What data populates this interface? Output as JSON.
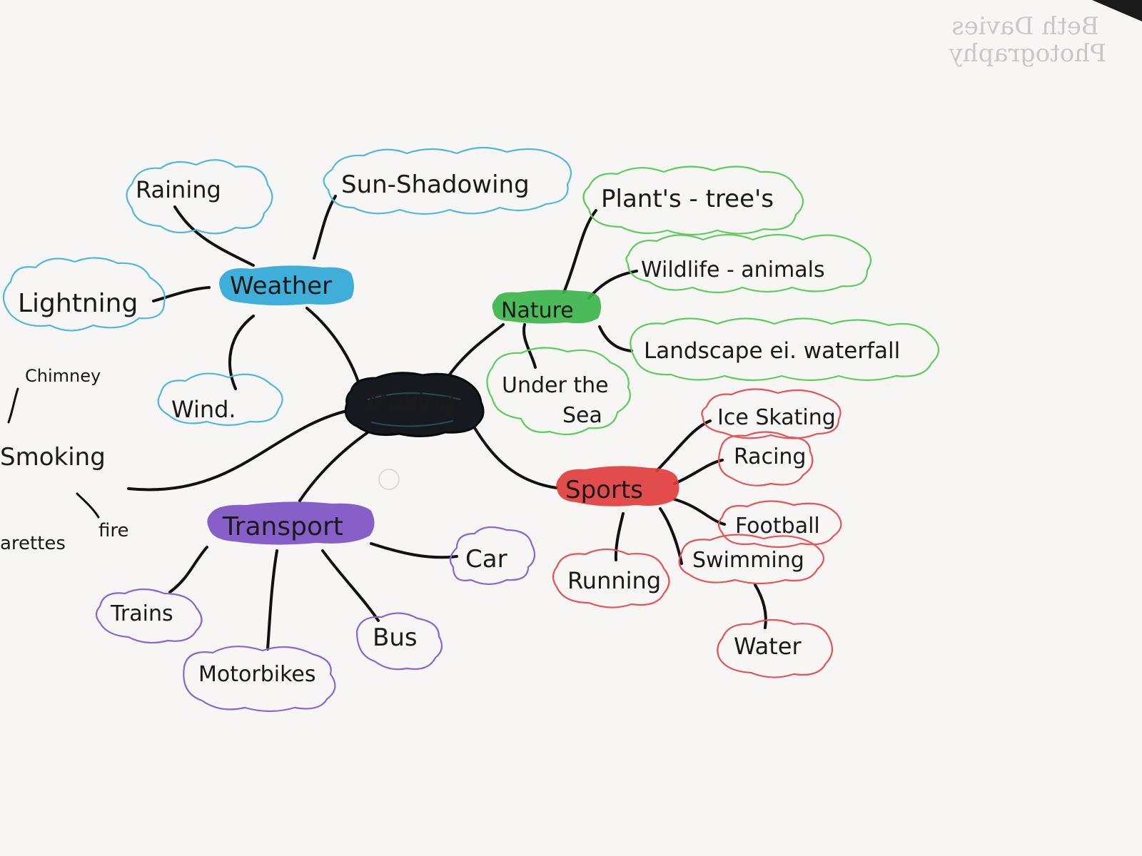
{
  "ghost_text": [
    "Beth Davies",
    "Photography"
  ],
  "center": {
    "label": "Moving"
  },
  "branches": {
    "weather": {
      "label": "Weather",
      "color": "#2aa6d6"
    },
    "nature": {
      "label": "Nature",
      "color": "#3bb54a"
    },
    "sports": {
      "label": "Sports",
      "color": "#e03a3a"
    },
    "transport": {
      "label": "Transport",
      "color": "#7a4fc4"
    },
    "smoking": {
      "label": "Smoking"
    }
  },
  "leaves": {
    "raining": "Raining",
    "sun_shadowing": "Sun-Shadowing",
    "lightning": "Lightning",
    "wind": "Wind.",
    "plants_trees": "Plant's - tree's",
    "wildlife_animals": "Wildlife - animals",
    "landscape": "Landscape ei. waterfall",
    "under_the_sea_1": "Under the",
    "under_the_sea_2": "Sea",
    "ice_skating": "Ice Skating",
    "racing": "Racing",
    "football": "Football",
    "swimming": "Swimming",
    "water": "Water",
    "running": "Running",
    "car": "Car",
    "bus": "Bus",
    "trains": "Trains",
    "motorbikes": "Motorbikes",
    "chimney": "Chimney",
    "cigarettes": "arettes",
    "fire": "fire"
  },
  "colors": {
    "weather_outline": "#4fb8dc",
    "nature_outline": "#5ccd5c",
    "sports_outline": "#e05555",
    "transport_outline": "#8a66d0",
    "ink": "#111111"
  }
}
